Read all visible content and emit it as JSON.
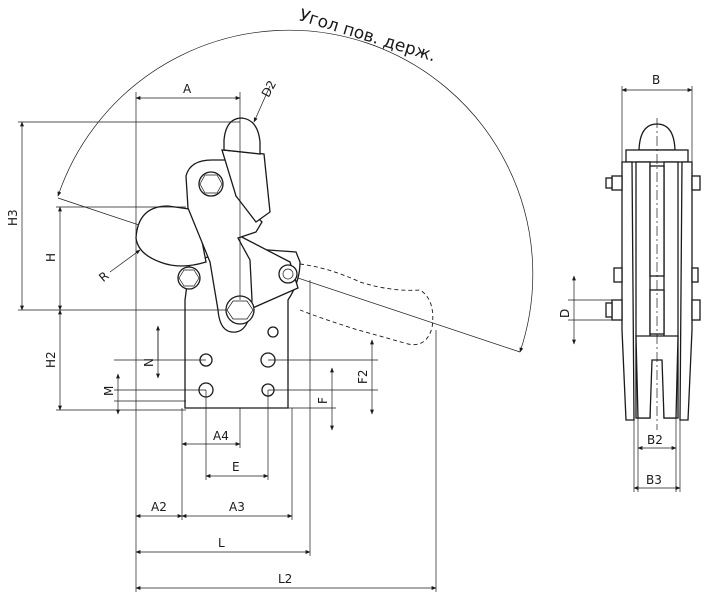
{
  "title": "Угол пов. держ.",
  "labels": {
    "A": "A",
    "D2": "D2",
    "B": "B",
    "H3": "H3",
    "H": "H",
    "R": "R",
    "H2": "H2",
    "N": "N",
    "M": "M",
    "D": "D",
    "F2": "F2",
    "F": "F",
    "A4": "A4",
    "E": "E",
    "A2": "A2",
    "A3": "A3",
    "L": "L",
    "L2": "L2",
    "B2": "B2",
    "B3": "B3"
  },
  "colors": {
    "line": "#1a1a1a",
    "background": "#ffffff"
  }
}
